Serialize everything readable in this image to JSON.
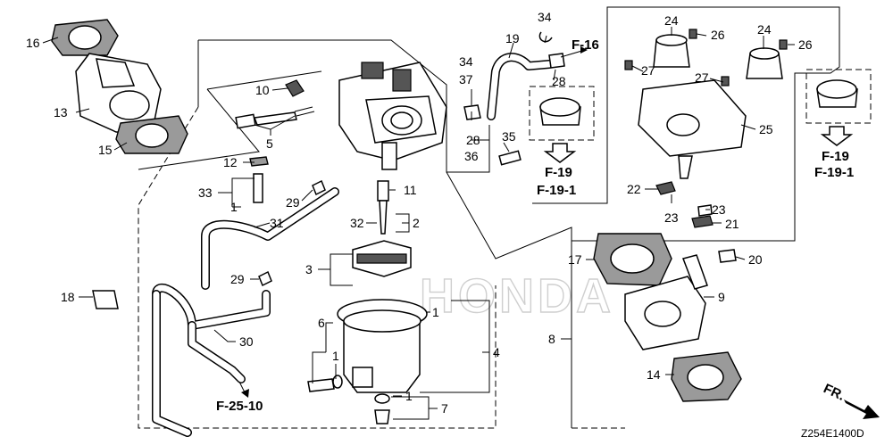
{
  "diagram": {
    "watermark": "HONDA",
    "drawing_code": "Z254E1400D",
    "direction_marker": "FR.",
    "refs": {
      "f16": "F-16",
      "f19": "F-19",
      "f19_1": "F-19-1",
      "f25_10": "F-25-10"
    },
    "labels": {
      "p1": "1",
      "p2": "2",
      "p3": "3",
      "p4": "4",
      "p5": "5",
      "p6": "6",
      "p7": "7",
      "p8": "8",
      "p9": "9",
      "p10": "10",
      "p11": "11",
      "p12": "12",
      "p13": "13",
      "p14": "14",
      "p15": "15",
      "p16": "16",
      "p17": "17",
      "p18": "18",
      "p19": "19",
      "p20": "20",
      "p21": "21",
      "p22": "22",
      "p23": "23",
      "p24": "24",
      "p25": "25",
      "p26": "26",
      "p27": "27",
      "p28": "28",
      "p29": "29",
      "p30": "30",
      "p31": "31",
      "p32": "32",
      "p33": "33",
      "p34": "34",
      "p35": "35",
      "p36": "36",
      "p37": "37"
    }
  }
}
